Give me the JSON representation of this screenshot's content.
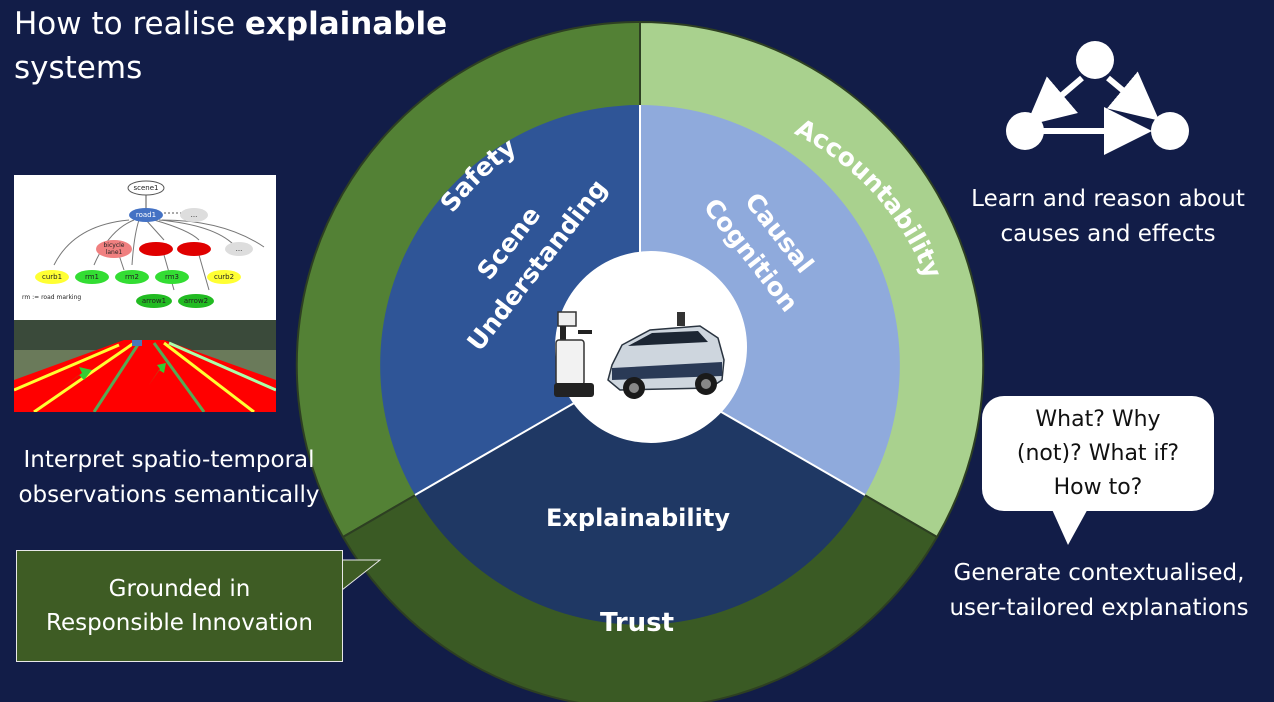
{
  "title": {
    "prefix": "How to realise ",
    "bold": "explainable",
    "line2": "systems"
  },
  "outer_ring": {
    "safety": "Safety",
    "accountability": "Accountability",
    "trust": "Trust",
    "colors": {
      "safety": "#538135",
      "accountability": "#a9d18e",
      "trust": "#3a5a24"
    }
  },
  "inner_ring": {
    "scene_line1": "Scene",
    "scene_line2": "Understanding",
    "causal_line1": "Causal",
    "causal_line2": "Cognition",
    "explainability": "Explainability",
    "colors": {
      "scene": "#2f5597",
      "causal": "#8faadc",
      "explainability": "#1f3864"
    }
  },
  "captions": {
    "causes_line1": "Learn and reason about",
    "causes_line2": "causes and effects",
    "interpret_line1": "Interpret spatio-temporal",
    "interpret_line2": "observations semantically",
    "generate_line1": "Generate contextualised,",
    "generate_line2": "user-tailored explanations"
  },
  "grounded": {
    "line1": "Grounded in",
    "line2": "Responsible Innovation"
  },
  "bubble": {
    "line1": "What? Why",
    "line2": "(not)? What if?",
    "line3": "How to?"
  },
  "scene_graph": {
    "nodes": {
      "scene": "scene1",
      "road": "road1",
      "dots1": "...",
      "bicycle_line1": "bicycle",
      "bicycle_line2": "lane1",
      "dots2": "...",
      "curb1": "curb1",
      "rm1": "rm1",
      "rm2": "rm2",
      "rm3": "rm3",
      "curb2": "curb2",
      "arrow1": "arrow1",
      "arrow2": "arrow2"
    },
    "legend": "rm := road marking"
  }
}
